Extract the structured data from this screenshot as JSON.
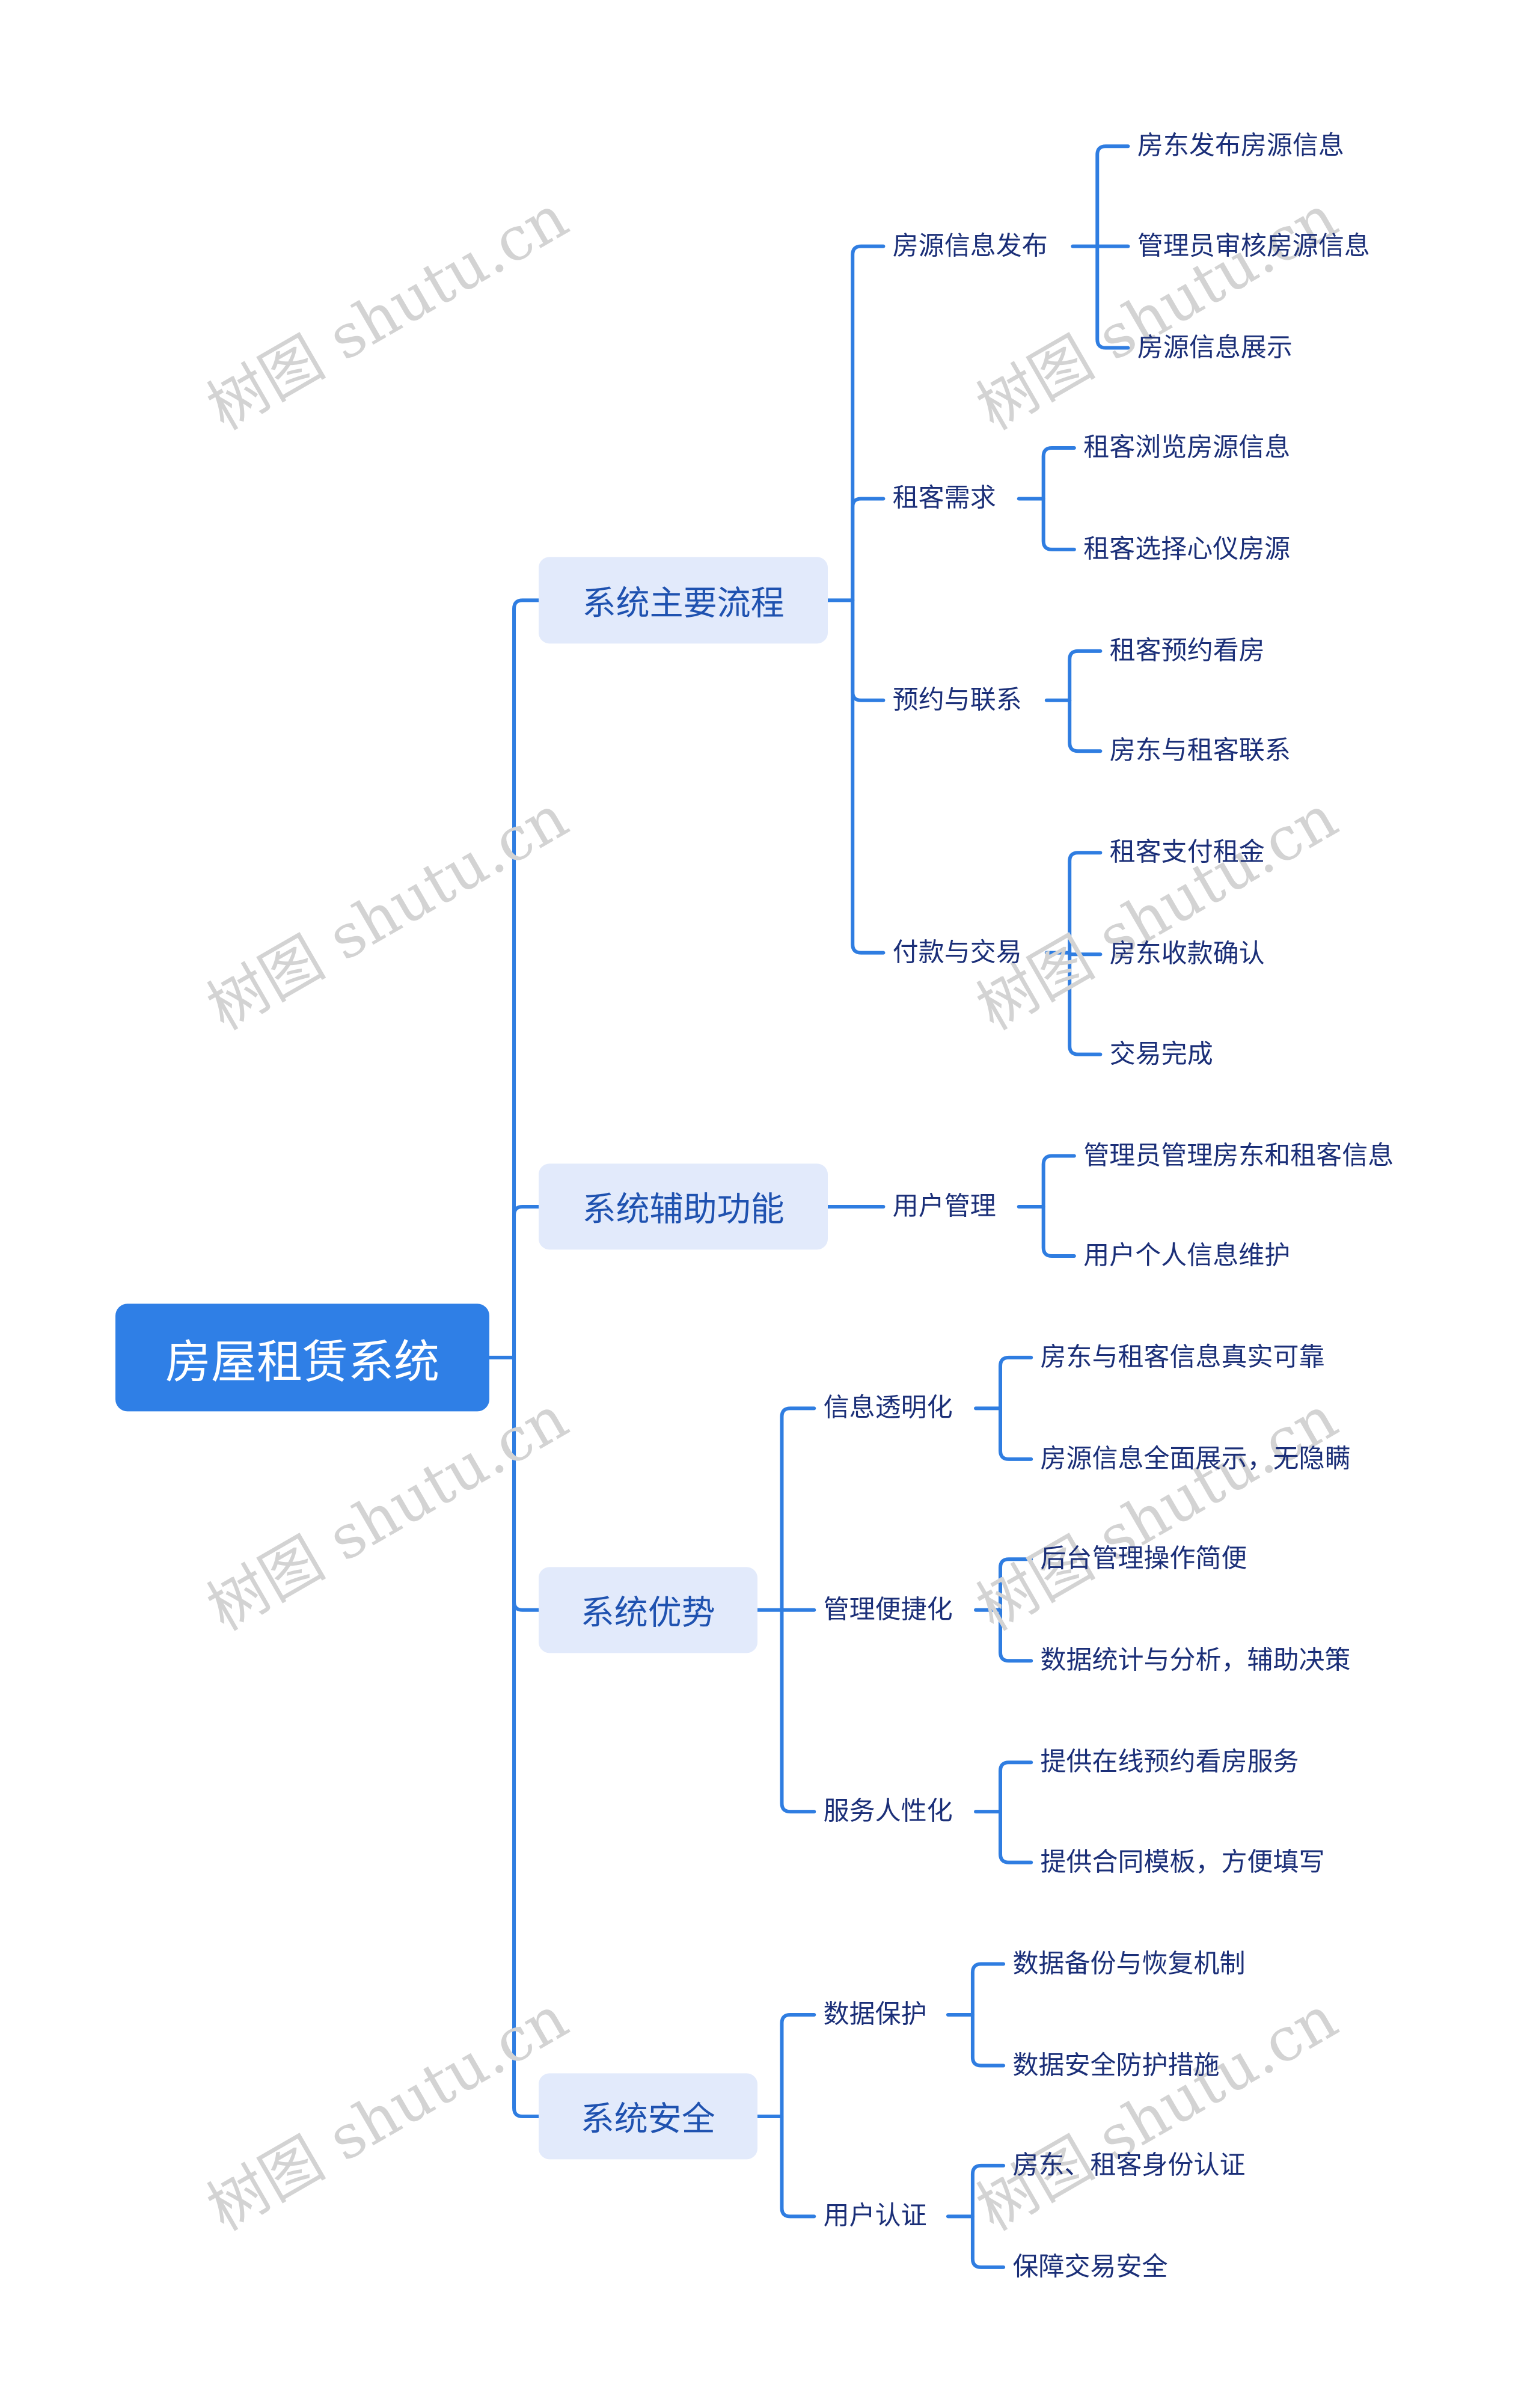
{
  "colors": {
    "line": "#2f7de1",
    "root_bg": "#2f7fe6",
    "l1_bg": "#e2eafb",
    "l1_text": "#1f52b0",
    "text": "#1b2f78"
  },
  "watermark": "树图 shutu.cn",
  "root": {
    "label": "房屋租赁系统"
  },
  "branches": [
    {
      "label": "系统主要流程",
      "children": [
        {
          "label": "房源信息发布",
          "children": [
            "房东发布房源信息",
            "管理员审核房源信息",
            "房源信息展示"
          ]
        },
        {
          "label": "租客需求",
          "children": [
            "租客浏览房源信息",
            "租客选择心仪房源"
          ]
        },
        {
          "label": "预约与联系",
          "children": [
            "租客预约看房",
            "房东与租客联系"
          ]
        },
        {
          "label": "付款与交易",
          "children": [
            "租客支付租金",
            "房东收款确认",
            "交易完成"
          ]
        }
      ]
    },
    {
      "label": "系统辅助功能",
      "children": [
        {
          "label": "用户管理",
          "children": [
            "管理员管理房东和租客信息",
            "用户个人信息维护"
          ]
        }
      ]
    },
    {
      "label": "系统优势",
      "children": [
        {
          "label": "信息透明化",
          "children": [
            "房东与租客信息真实可靠",
            "房源信息全面展示，无隐瞒"
          ]
        },
        {
          "label": "管理便捷化",
          "children": [
            "后台管理操作简便",
            "数据统计与分析，辅助决策"
          ]
        },
        {
          "label": "服务人性化",
          "children": [
            "提供在线预约看房服务",
            "提供合同模板，方便填写"
          ]
        }
      ]
    },
    {
      "label": "系统安全",
      "children": [
        {
          "label": "数据保护",
          "children": [
            "数据备份与恢复机制",
            "数据安全防护措施"
          ]
        },
        {
          "label": "用户认证",
          "children": [
            "房东、租客身份认证",
            "保障交易安全"
          ]
        }
      ]
    }
  ]
}
